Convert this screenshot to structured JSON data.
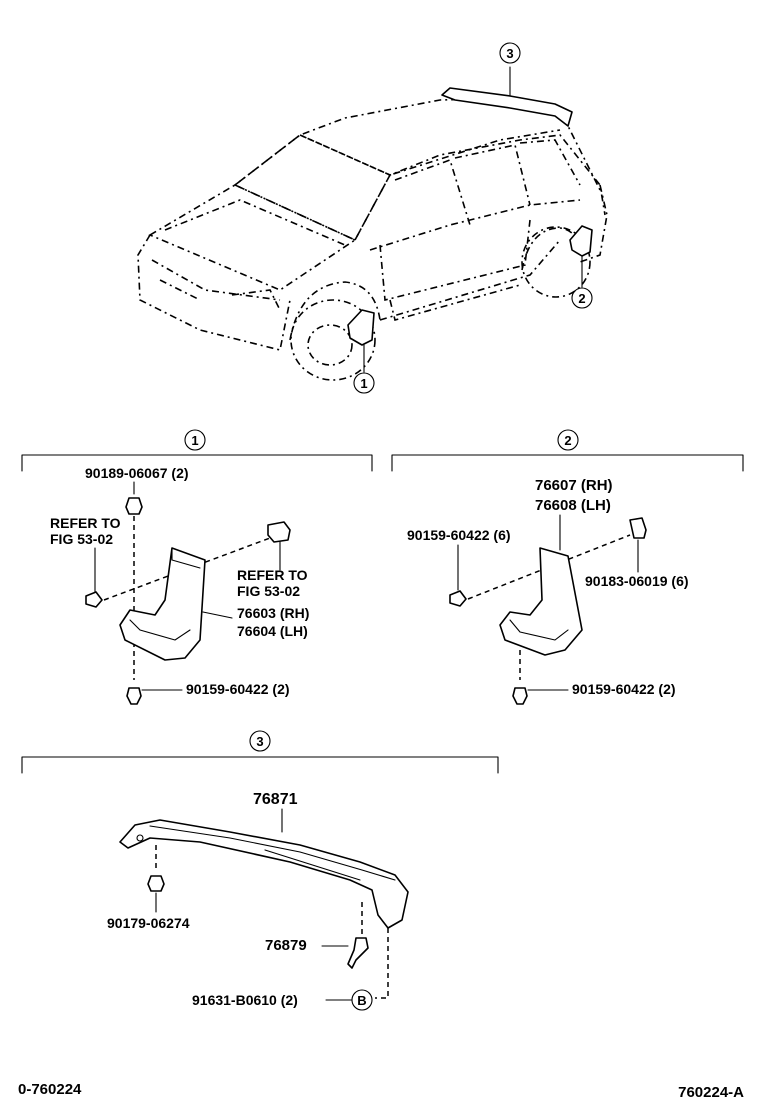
{
  "callouts": {
    "c1": "1",
    "c2": "2",
    "c3": "3",
    "b": "B"
  },
  "group1": {
    "nut": "90189-06067 (2)",
    "refer_a_1": "REFER TO",
    "refer_a_2": "FIG 53-02",
    "refer_b_1": "REFER TO",
    "refer_b_2": "FIG 53-02",
    "mudguard_rh": "76603 (RH)",
    "mudguard_lh": "76604 (LH)",
    "screw": "90159-60422 (2)"
  },
  "group2": {
    "mudguard_rh": "76607 (RH)",
    "mudguard_lh": "76608 (LH)",
    "screw_a": "90159-60422 (6)",
    "clip": "90183-06019 (6)",
    "screw_b": "90159-60422 (2)"
  },
  "group3": {
    "spoiler": "76871",
    "nut": "90179-06274",
    "bolt": "76879",
    "clip": "91631-B0610 (2)"
  },
  "footer": {
    "left": "0-760224",
    "right": "760224-A"
  }
}
